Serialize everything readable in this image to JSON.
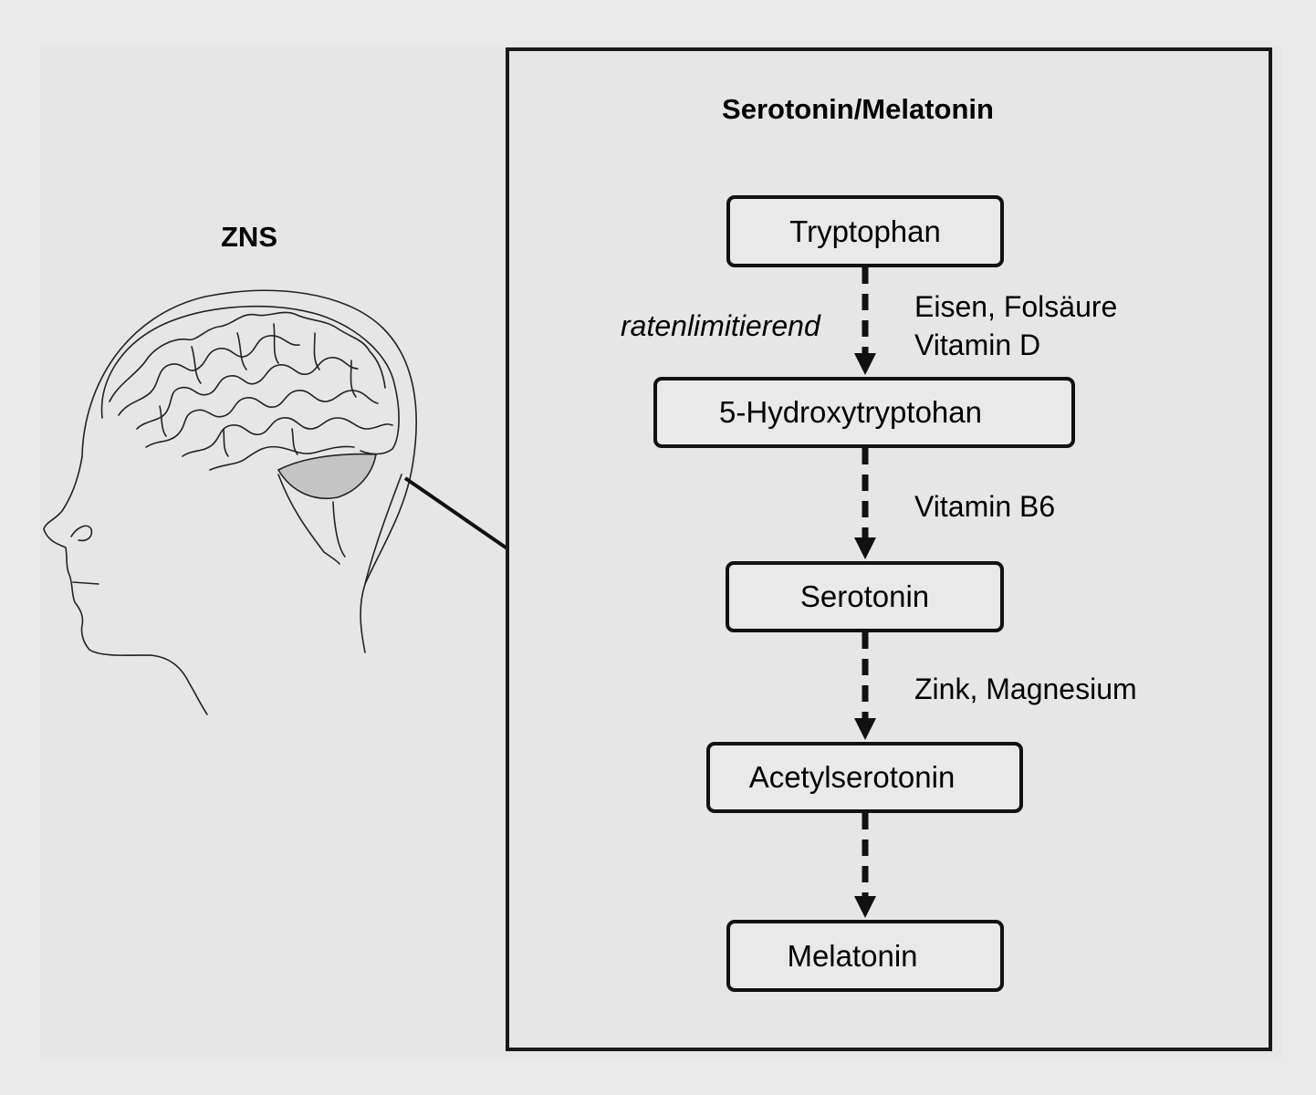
{
  "left": {
    "title": "ZNS"
  },
  "pathway": {
    "title": "Serotonin/Melatonin",
    "steps": [
      "Tryptophan",
      "5-Hydroxytryptohan",
      "Serotonin",
      "Acetylserotonin",
      "Melatonin"
    ],
    "side_note": "ratenlimitierend",
    "cofactors": [
      [
        "Eisen, Folsäure",
        "Vitamin D"
      ],
      [
        "Vitamin B6"
      ],
      [
        "Zink, Magnesium"
      ]
    ]
  },
  "colors": {
    "background": "#e9e9e9",
    "line": "#111111",
    "cerebellum": "#c4c4c4"
  }
}
